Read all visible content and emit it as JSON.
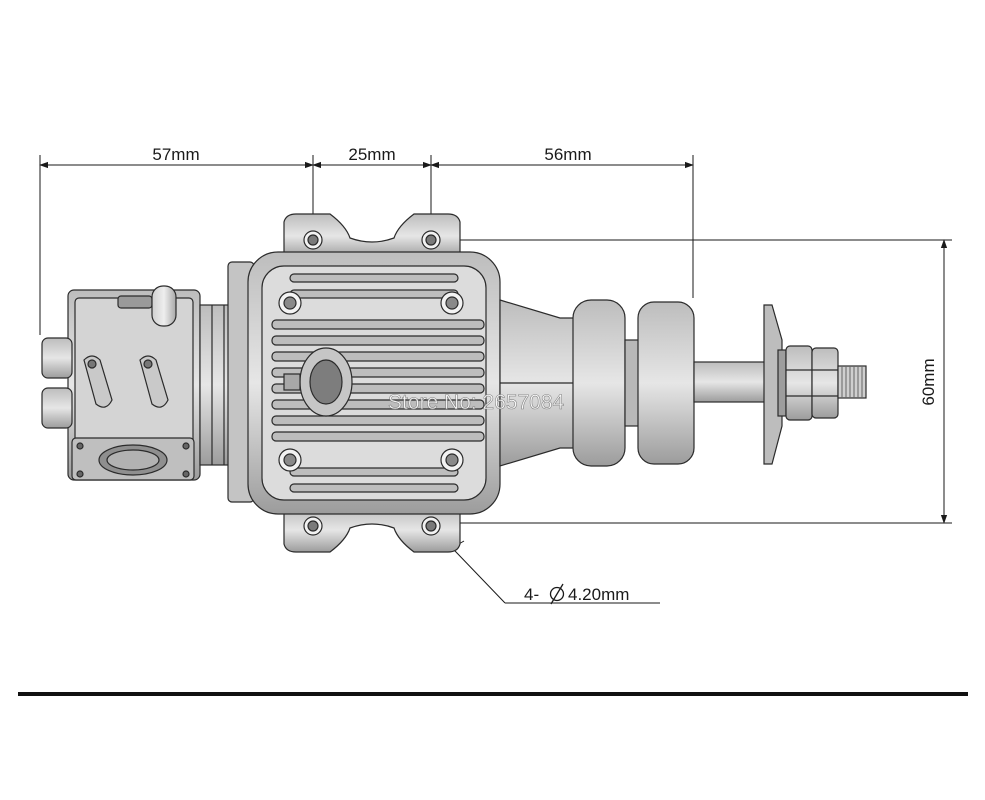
{
  "dimensions": {
    "intake_to_mount": "57mm",
    "mount_spacing": "25mm",
    "mount_to_drive": "56mm",
    "height": "60mm",
    "holes": "4-",
    "hole_spec": "4.20mm"
  },
  "watermark": "Store No: 2657084",
  "colors": {
    "ink": "#1a1a1a",
    "metal_light": "#d8d8d8",
    "metal_mid": "#a9a9a9",
    "metal_dark": "#6f6f6f"
  }
}
